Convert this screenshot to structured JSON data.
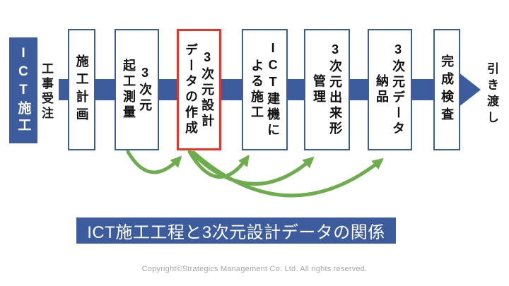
{
  "diagram": {
    "start_label": "ICT施工",
    "pre_arrow_label": "工事受注",
    "post_arrow_label": "引き渡し",
    "steps": [
      {
        "lines": [
          "施工計画"
        ]
      },
      {
        "lines": [
          "3次元",
          "起工測量"
        ]
      },
      {
        "lines": [
          "3次元設計",
          "データの作成"
        ],
        "highlight": true
      },
      {
        "lines": [
          "ICT建機に",
          "よる施工"
        ]
      },
      {
        "lines": [
          "3次元出来形",
          "管理"
        ]
      },
      {
        "lines": [
          "3次元データ",
          "納品"
        ]
      },
      {
        "lines": [
          "完成検査"
        ]
      }
    ],
    "title": "ICT施工工程と3次元設計データの関係",
    "copyright": "Copyright©Strategics Management Co. Ltd. All rights reserved.",
    "colors": {
      "primary_blue": "#3C5C9E",
      "highlight_red": "#E8352B",
      "relation_green": "#6EAD4D"
    }
  }
}
